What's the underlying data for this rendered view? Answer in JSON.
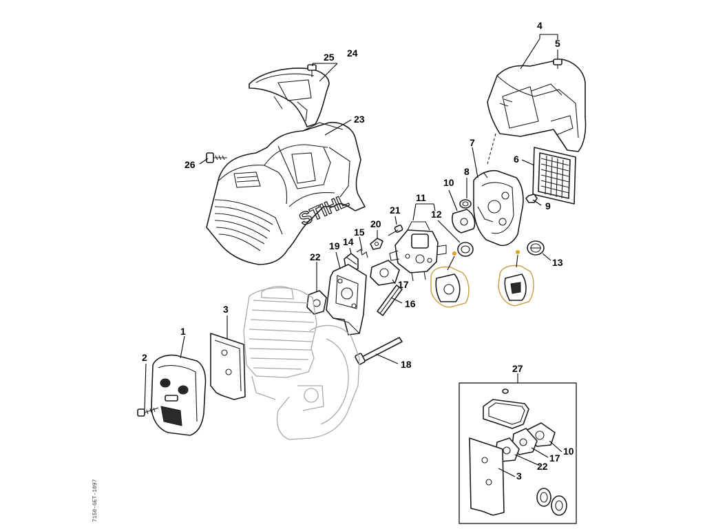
{
  "brand": "STIHL",
  "drawing_code": "7150-GET-1097",
  "kit_label": "27",
  "callouts": [
    {
      "id": "c1",
      "label": "1"
    },
    {
      "id": "c2",
      "label": "2"
    },
    {
      "id": "c3",
      "label": "3"
    },
    {
      "id": "c4",
      "label": "4"
    },
    {
      "id": "c5",
      "label": "5"
    },
    {
      "id": "c6",
      "label": "6"
    },
    {
      "id": "c7",
      "label": "7"
    },
    {
      "id": "c8",
      "label": "8"
    },
    {
      "id": "c9",
      "label": "9"
    },
    {
      "id": "c10",
      "label": "10"
    },
    {
      "id": "c11",
      "label": "11"
    },
    {
      "id": "c12",
      "label": "12"
    },
    {
      "id": "c13",
      "label": "13"
    },
    {
      "id": "c14",
      "label": "14"
    },
    {
      "id": "c15",
      "label": "15"
    },
    {
      "id": "c16",
      "label": "16"
    },
    {
      "id": "c17",
      "label": "17"
    },
    {
      "id": "c18",
      "label": "18"
    },
    {
      "id": "c19",
      "label": "19"
    },
    {
      "id": "c20",
      "label": "20"
    },
    {
      "id": "c21",
      "label": "21"
    },
    {
      "id": "c22",
      "label": "22"
    },
    {
      "id": "c23",
      "label": "23"
    },
    {
      "id": "c24",
      "label": "24"
    },
    {
      "id": "c25",
      "label": "25"
    },
    {
      "id": "c26",
      "label": "26"
    }
  ],
  "kit_callouts": [
    {
      "id": "k10",
      "label": "10"
    },
    {
      "id": "k17",
      "label": "17"
    },
    {
      "id": "k22",
      "label": "22"
    },
    {
      "id": "k3",
      "label": "3"
    }
  ]
}
